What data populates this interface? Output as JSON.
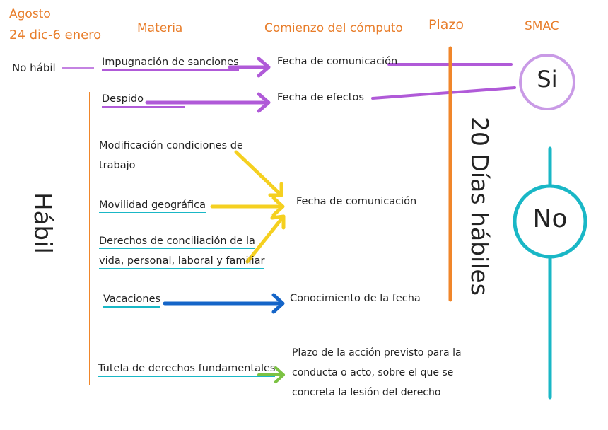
{
  "headers": {
    "agosto_line1": "Agosto",
    "agosto_line2": "24 dic-6 enero",
    "materia": "Materia",
    "comienzo": "Comienzo del cómputo",
    "plazo": "Plazo",
    "smac": "SMAC"
  },
  "left": {
    "no_habil": "No hábil",
    "habil": "Hábil"
  },
  "materias": {
    "impugnacion": "Impugnación de sanciones",
    "despido": "Despido",
    "modificacion_1": "Modificación condiciones de",
    "modificacion_2": "trabajo",
    "movilidad": "Movilidad geográfica",
    "derechos_1": "Derechos de conciliación de la",
    "derechos_2": "vida, personal, laboral y familiar",
    "vacaciones": "Vacaciones",
    "tutela": "Tutela de derechos fundamentales"
  },
  "comienzo": {
    "fecha_comunicacion_1": "Fecha de comunicación",
    "fecha_efectos": "Fecha de efectos",
    "fecha_comunicacion_2": "Fecha de comunicación",
    "conocimiento": "Conocimiento de la fecha",
    "plazo_accion_1": "Plazo de la acción previsto para la",
    "plazo_accion_2": "conducta o acto, sobre el que se",
    "plazo_accion_3": "concreta la lesión del derecho"
  },
  "plazo": {
    "veinte_dias": "20 Días hábiles"
  },
  "smac": {
    "si": "Si",
    "no": "No"
  },
  "colors": {
    "orange": "#f0862a",
    "purple": "#b05ad8",
    "yellow": "#f5d020",
    "blue": "#1565c8",
    "green": "#7cc243",
    "cyan": "#19b7c6"
  }
}
